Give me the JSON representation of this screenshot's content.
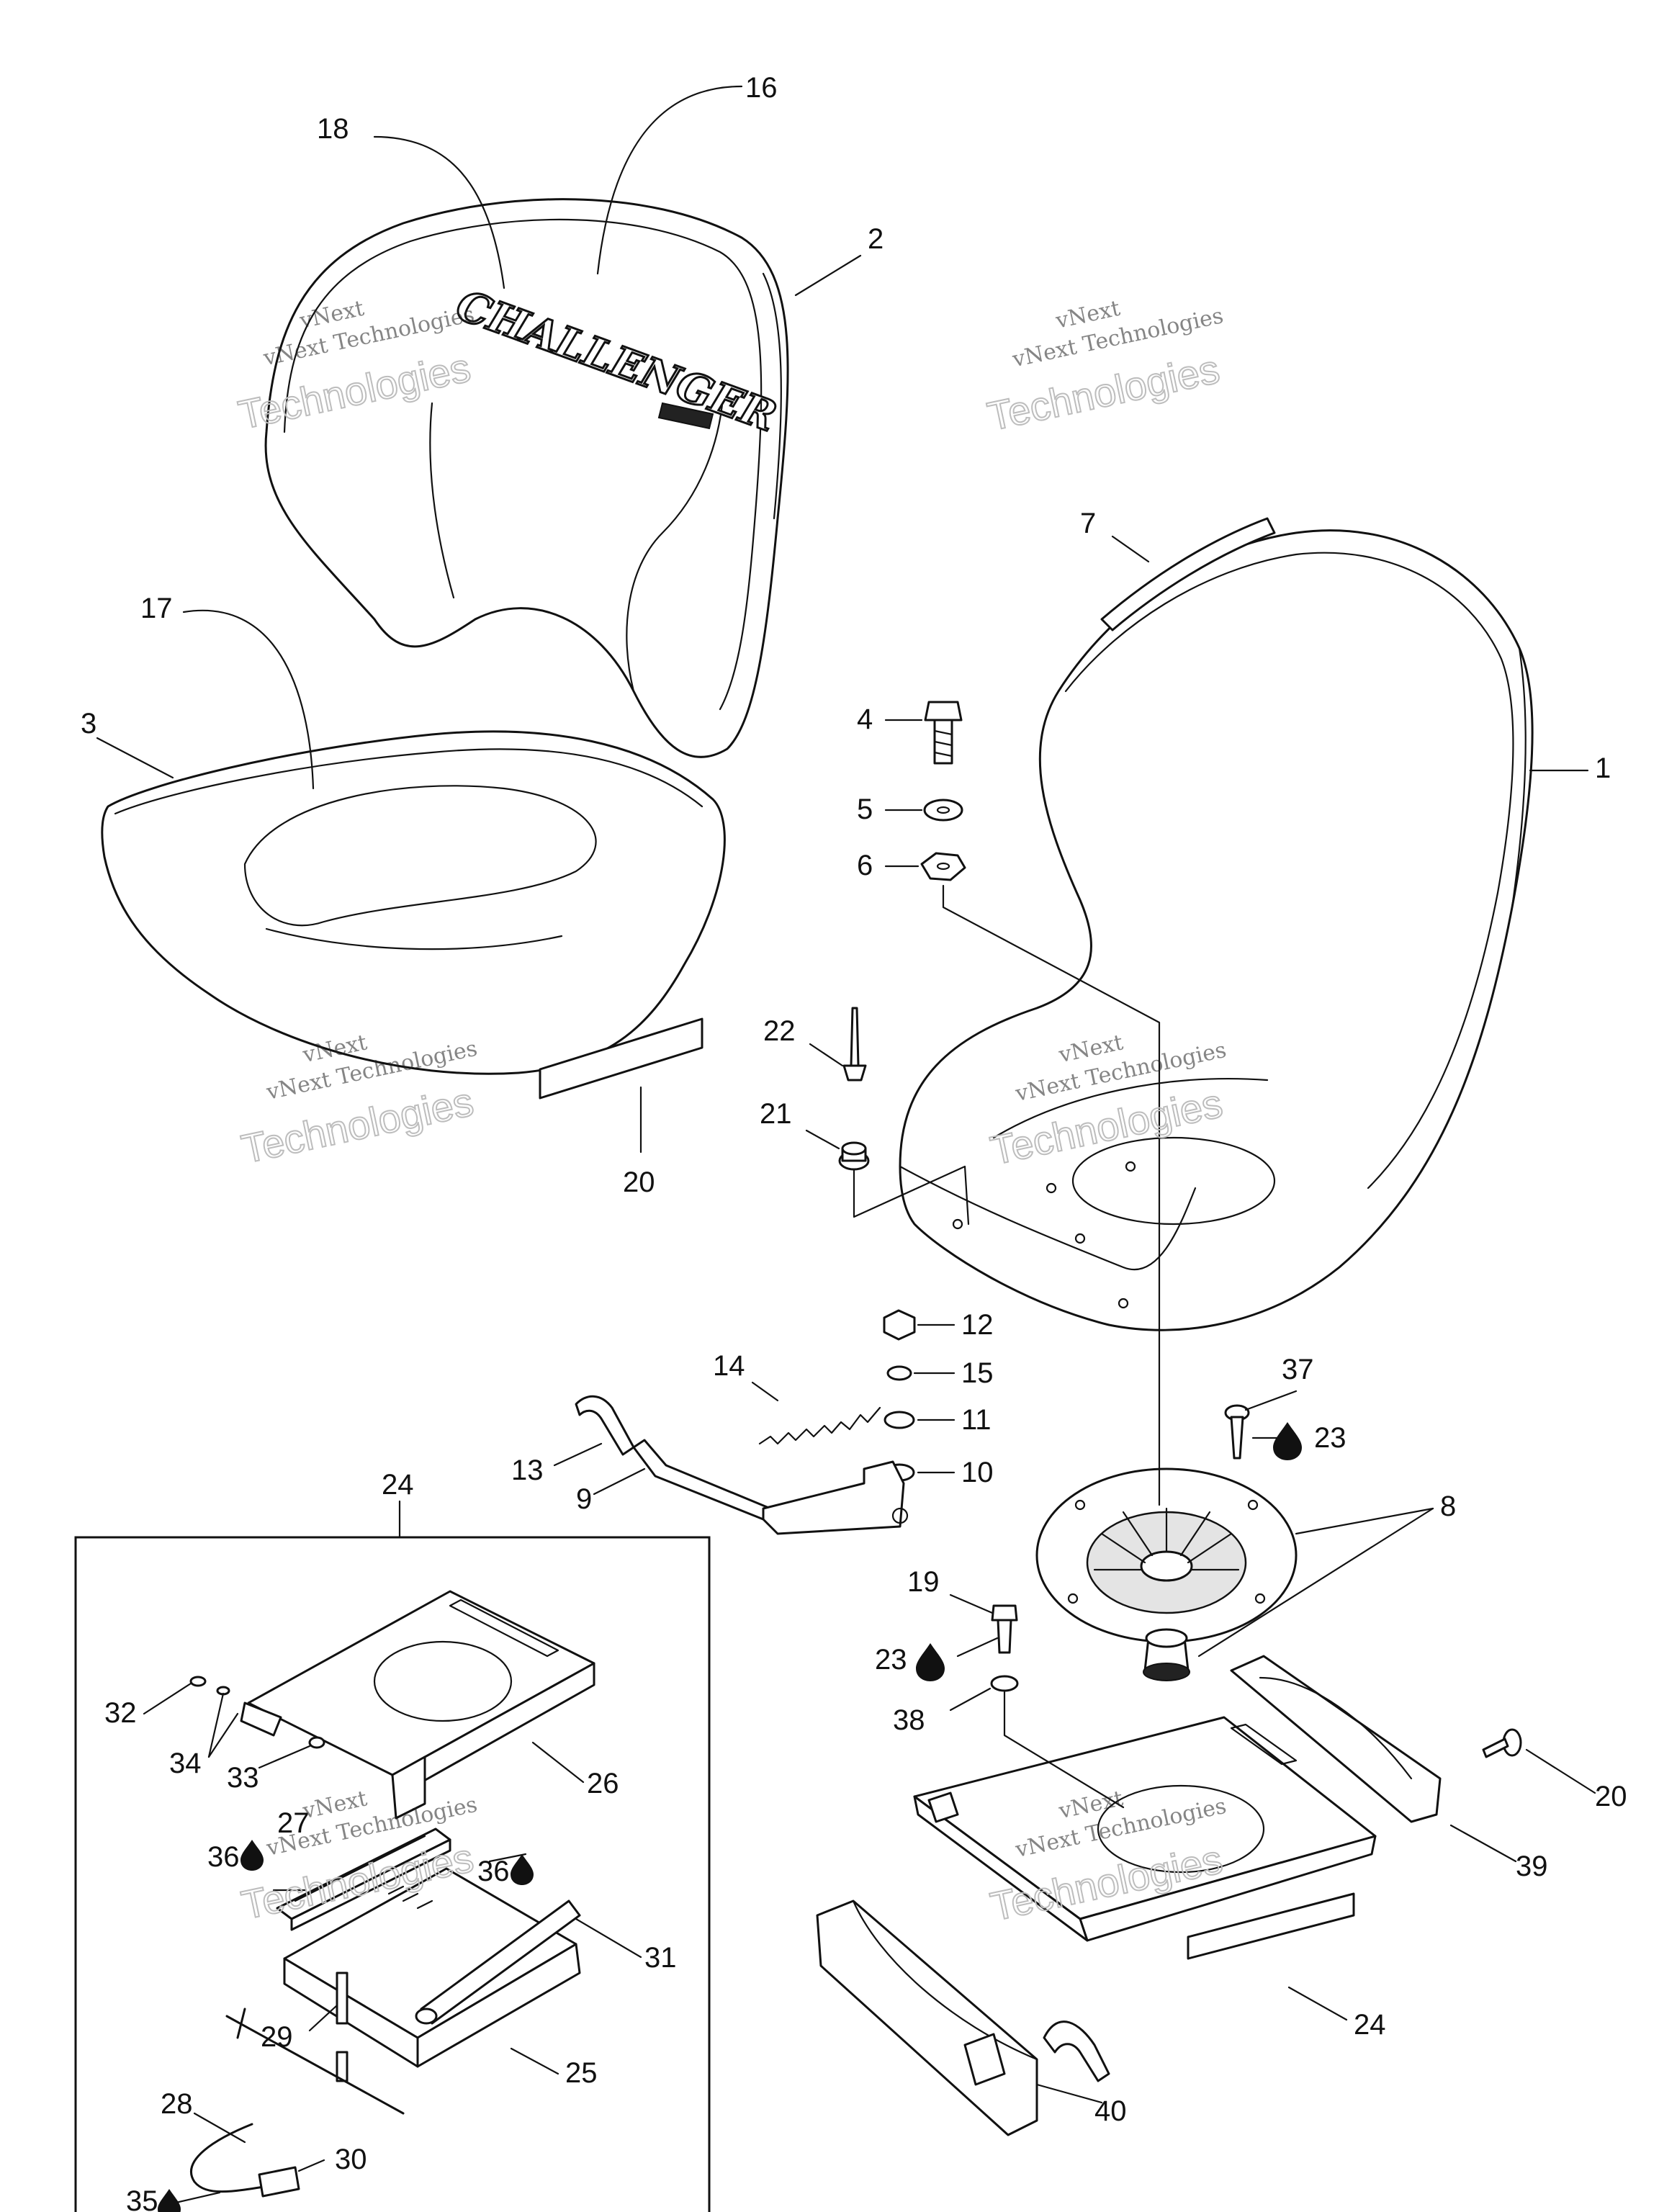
{
  "watermark": {
    "line1": "vNext",
    "line2": "vNext Technologies",
    "line3": "Technologies"
  },
  "logo_text": "CHALLENGER",
  "callouts": [
    {
      "id": "16",
      "label": "16",
      "part": "seat-back-decal"
    },
    {
      "id": "18",
      "label": "18",
      "part": "challenger-logo"
    },
    {
      "id": "2",
      "label": "2",
      "part": "seat-back-cushion"
    },
    {
      "id": "7",
      "label": "7",
      "part": "edge-trim"
    },
    {
      "id": "17",
      "label": "17",
      "part": "seat-cushion-decal"
    },
    {
      "id": "3",
      "label": "3",
      "part": "seat-cushion"
    },
    {
      "id": "1",
      "label": "1",
      "part": "seat-shell"
    },
    {
      "id": "4",
      "label": "4",
      "part": "bolt"
    },
    {
      "id": "5",
      "label": "5",
      "part": "washer"
    },
    {
      "id": "6",
      "label": "6",
      "part": "washer"
    },
    {
      "id": "22",
      "label": "22",
      "part": "rivet"
    },
    {
      "id": "21",
      "label": "21",
      "part": "grommet"
    },
    {
      "id": "20a",
      "label": "20",
      "part": "label"
    },
    {
      "id": "12",
      "label": "12",
      "part": "nut"
    },
    {
      "id": "15",
      "label": "15",
      "part": "washer"
    },
    {
      "id": "14",
      "label": "14",
      "part": "spring"
    },
    {
      "id": "11",
      "label": "11",
      "part": "washer"
    },
    {
      "id": "10",
      "label": "10",
      "part": "washer"
    },
    {
      "id": "13",
      "label": "13",
      "part": "grip"
    },
    {
      "id": "9",
      "label": "9",
      "part": "lever"
    },
    {
      "id": "37",
      "label": "37",
      "part": "screw"
    },
    {
      "id": "23a",
      "label": "23",
      "part": "adhesive"
    },
    {
      "id": "8",
      "label": "8",
      "part": "swivel-plate"
    },
    {
      "id": "24a",
      "label": "24",
      "part": "slide-assembly"
    },
    {
      "id": "19",
      "label": "19",
      "part": "bolt"
    },
    {
      "id": "23b",
      "label": "23",
      "part": "adhesive"
    },
    {
      "id": "38",
      "label": "38",
      "part": "washer"
    },
    {
      "id": "32",
      "label": "32",
      "part": "screw"
    },
    {
      "id": "34",
      "label": "34",
      "part": "washer"
    },
    {
      "id": "33",
      "label": "33",
      "part": "nut"
    },
    {
      "id": "26",
      "label": "26",
      "part": "top-plate"
    },
    {
      "id": "27",
      "label": "27",
      "part": "rail"
    },
    {
      "id": "36a",
      "label": "36",
      "part": "grease"
    },
    {
      "id": "36b",
      "label": "36",
      "part": "grease"
    },
    {
      "id": "31",
      "label": "31",
      "part": "tube"
    },
    {
      "id": "29",
      "label": "29",
      "part": "pin"
    },
    {
      "id": "25",
      "label": "25",
      "part": "base-plate"
    },
    {
      "id": "28",
      "label": "28",
      "part": "release-rod"
    },
    {
      "id": "30",
      "label": "30",
      "part": "grip"
    },
    {
      "id": "35",
      "label": "35",
      "part": "grease"
    },
    {
      "id": "20b",
      "label": "20",
      "part": "fastener"
    },
    {
      "id": "39",
      "label": "39",
      "part": "side-cover"
    },
    {
      "id": "24b",
      "label": "24",
      "part": "slide-assembly"
    },
    {
      "id": "40",
      "label": "40",
      "part": "side-cover"
    }
  ]
}
